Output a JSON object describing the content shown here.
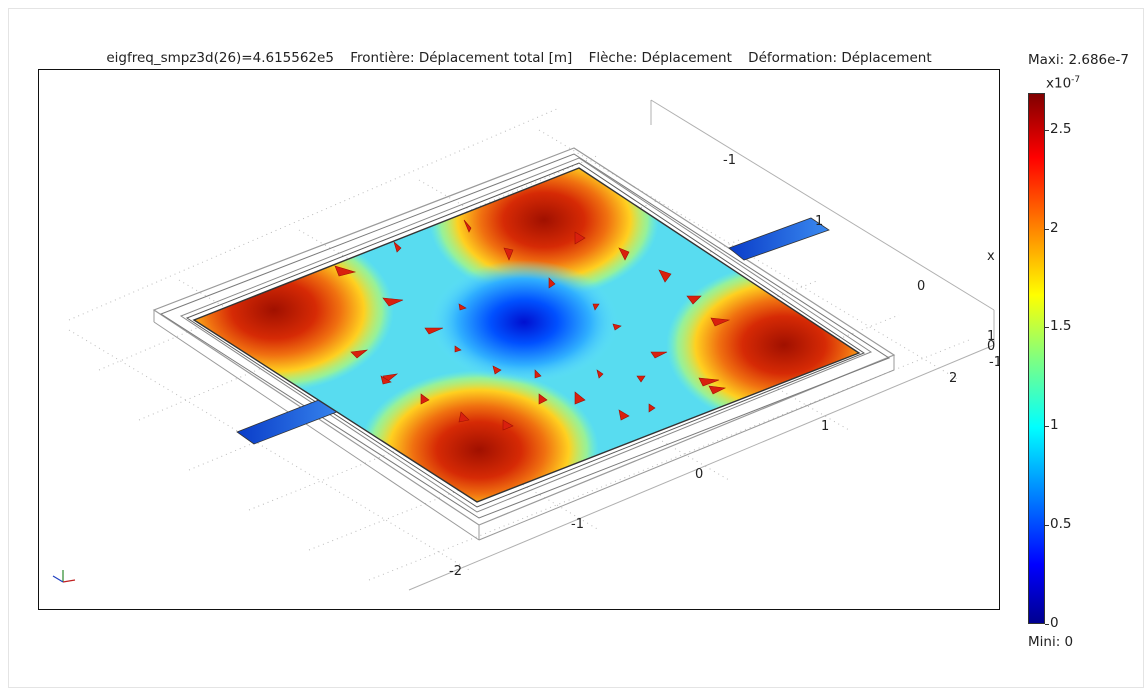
{
  "plot": {
    "expression": "eigfreq_smpz3d(26)=4.615562e5",
    "boundary": "Frontière: Déplacement total [m]",
    "arrow": "Flèche: Déplacement",
    "deformation": "Déformation: Déplacement"
  },
  "colorbar": {
    "max_label": "Maxi: 2.686e-7",
    "min_label": "Mini: 0",
    "multiplier_base": "x10",
    "multiplier_exp": "-7",
    "ticks": [
      "0",
      "0.5",
      "1",
      "1.5",
      "2",
      "2.5"
    ],
    "tick_values": [
      0,
      0.5,
      1,
      1.5,
      2,
      2.5
    ],
    "max_value": 2.686,
    "colormap": [
      "#00008f",
      "#0000ff",
      "#00ffff",
      "#ffff00",
      "#ff0000",
      "#800000"
    ]
  },
  "axes": {
    "x_ticks": [
      "-2",
      "-1",
      "0",
      "1",
      "2"
    ],
    "y_ticks": [
      "-1",
      "0",
      "1"
    ],
    "z_ticks": [
      "-1",
      "0",
      "1"
    ],
    "scale_label": "x 1e"
  },
  "colors": {
    "frame_border": "#111111",
    "hot": "#c81e0a",
    "cold": "#0a2aa0",
    "arrow": "#d9200e"
  }
}
